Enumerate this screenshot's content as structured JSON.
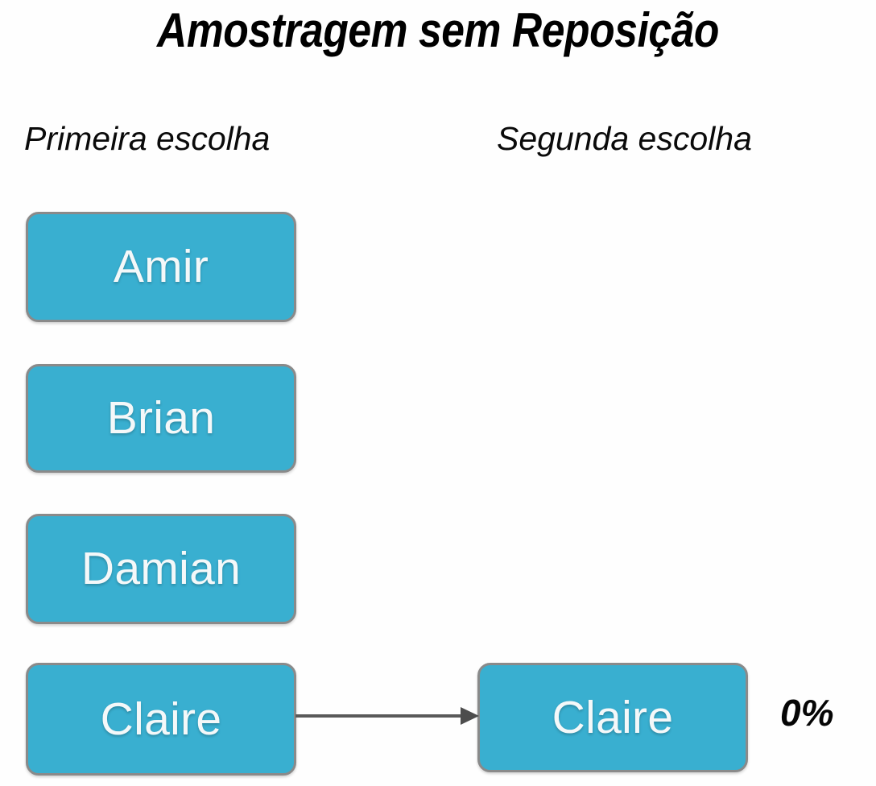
{
  "title": "Amostragem sem Reposição",
  "columns": {
    "first_label": "Primeira escolha",
    "second_label": "Segunda escolha"
  },
  "first_choice_nodes": [
    {
      "label": "Amir"
    },
    {
      "label": "Brian"
    },
    {
      "label": "Damian"
    },
    {
      "label": "Claire"
    }
  ],
  "second_choice_nodes": [
    {
      "label": "Claire"
    }
  ],
  "connector": {
    "from": "Claire",
    "to": "Claire",
    "style": "arrow",
    "color": "#595959"
  },
  "probability_label": "0%",
  "colors": {
    "node_fill": "#39AFD0",
    "node_border": "#8a8a8a",
    "node_text": "#f4f8f9",
    "arrow": "#595959",
    "text": "#000000",
    "background": "#fefefe"
  }
}
